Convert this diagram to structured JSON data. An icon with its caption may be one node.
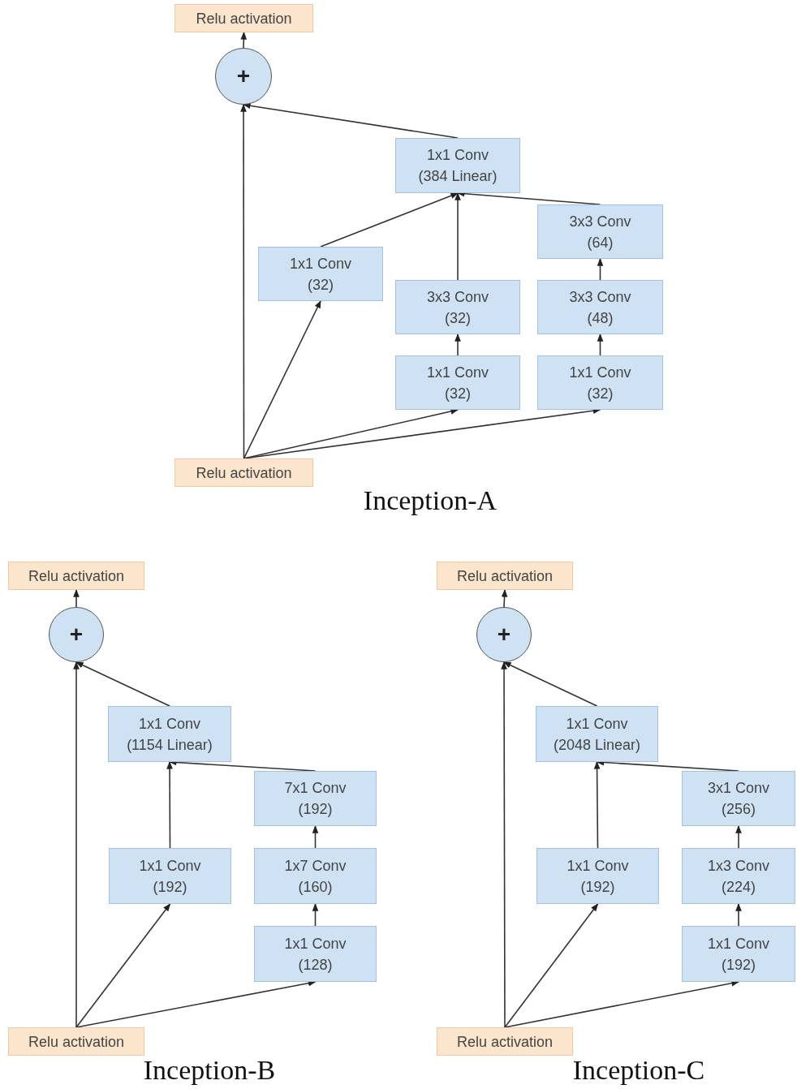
{
  "diagram": {
    "nodes": [
      {
        "text": [
          "Relu activation"
        ]
      },
      {
        "text": [
          "+"
        ]
      },
      {
        "text": [
          "1x1 Conv",
          "(384 Linear)"
        ]
      },
      {
        "text": [
          "1x1 Conv",
          "(32)"
        ]
      },
      {
        "text": [
          "3x3 Conv",
          "(64)"
        ]
      },
      {
        "text": [
          "3x3 Conv",
          "(32)"
        ]
      },
      {
        "text": [
          "3x3 Conv",
          "(48)"
        ]
      },
      {
        "text": [
          "1x1 Conv",
          "(32)"
        ]
      },
      {
        "text": [
          "1x1 Conv",
          "(32)"
        ]
      },
      {
        "text": [
          "Relu activation"
        ]
      },
      {
        "text": [
          "Relu activation"
        ]
      },
      {
        "text": [
          "+"
        ]
      },
      {
        "text": [
          "1x1 Conv",
          "(1154 Linear)"
        ]
      },
      {
        "text": [
          "7x1 Conv",
          "(192)"
        ]
      },
      {
        "text": [
          "1x1 Conv",
          "(192)"
        ]
      },
      {
        "text": [
          "1x7 Conv",
          "(160)"
        ]
      },
      {
        "text": [
          "1x1 Conv",
          "(128)"
        ]
      },
      {
        "text": [
          "Relu activation"
        ]
      },
      {
        "text": [
          "Relu activation"
        ]
      },
      {
        "text": [
          "+"
        ]
      },
      {
        "text": [
          "1x1 Conv",
          "(2048 Linear)"
        ]
      },
      {
        "text": [
          "3x1 Conv",
          "(256)"
        ]
      },
      {
        "text": [
          "1x1 Conv",
          "(192)"
        ]
      },
      {
        "text": [
          "1x3 Conv",
          "(224)"
        ]
      },
      {
        "text": [
          "1x1 Conv",
          "(192)"
        ]
      },
      {
        "text": [
          "Relu activation"
        ]
      }
    ],
    "edges": [
      {
        "from": 9,
        "to": 1,
        "arrow": "to"
      },
      {
        "from": 9,
        "to": 3,
        "arrow": "to"
      },
      {
        "from": 9,
        "to": 7,
        "arrow": "to"
      },
      {
        "from": 9,
        "to": 8,
        "arrow": "to"
      },
      {
        "from": 7,
        "to": 5,
        "arrow": "to"
      },
      {
        "from": 5,
        "to": 2,
        "arrow": "to"
      },
      {
        "from": 8,
        "to": 6,
        "arrow": "to"
      },
      {
        "from": 6,
        "to": 4,
        "arrow": "to"
      },
      {
        "from": 4,
        "to": 2,
        "arrow": "to"
      },
      {
        "from": 3,
        "to": 2,
        "arrow": "to"
      },
      {
        "from": 2,
        "to": 1,
        "arrow": "to"
      },
      {
        "from": 1,
        "to": 0,
        "arrow": "to"
      },
      {
        "from": 17,
        "to": 11,
        "arrow": "to"
      },
      {
        "from": 17,
        "to": 14,
        "arrow": "to"
      },
      {
        "from": 17,
        "to": 16,
        "arrow": "to"
      },
      {
        "from": 16,
        "to": 15,
        "arrow": "to"
      },
      {
        "from": 15,
        "to": 13,
        "arrow": "to"
      },
      {
        "from": 13,
        "to": 12,
        "arrow": "to"
      },
      {
        "from": 14,
        "to": 12,
        "arrow": "to"
      },
      {
        "from": 12,
        "to": 11,
        "arrow": "to"
      },
      {
        "from": 11,
        "to": 10,
        "arrow": "to"
      },
      {
        "from": 25,
        "to": 19,
        "arrow": "to"
      },
      {
        "from": 25,
        "to": 22,
        "arrow": "to"
      },
      {
        "from": 25,
        "to": 24,
        "arrow": "to"
      },
      {
        "from": 24,
        "to": 23,
        "arrow": "to"
      },
      {
        "from": 23,
        "to": 21,
        "arrow": "to"
      },
      {
        "from": 21,
        "to": 20,
        "arrow": "to"
      },
      {
        "from": 22,
        "to": 20,
        "arrow": "to"
      },
      {
        "from": 20,
        "to": 19,
        "arrow": "to"
      },
      {
        "from": 19,
        "to": 18,
        "arrow": "to"
      }
    ],
    "labels": [
      "Inception-A",
      "Inception-B",
      "Inception-C"
    ]
  }
}
